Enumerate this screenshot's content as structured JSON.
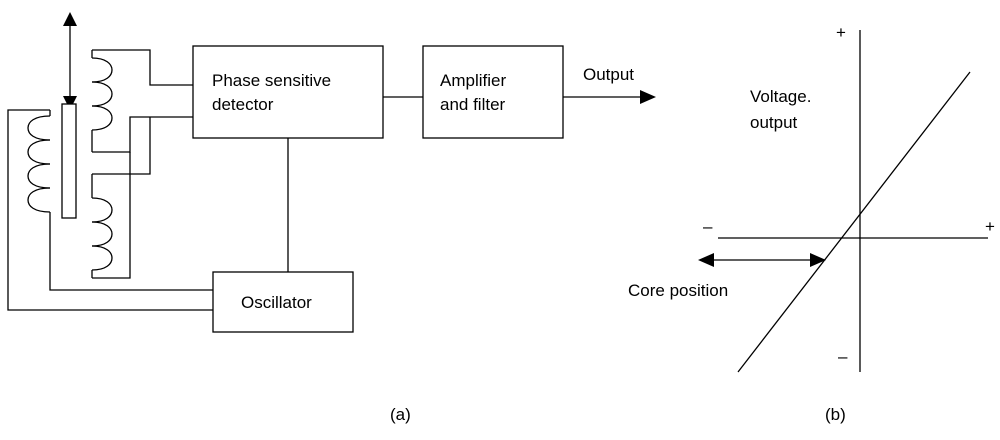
{
  "diagram_a": {
    "blocks": {
      "psd_line1": "Phase sensitive",
      "psd_line2": "detector",
      "amp_line1": "Amplifier",
      "amp_line2": "and filter",
      "oscillator": "Oscillator"
    },
    "output_label": "Output",
    "caption": "(a)"
  },
  "diagram_b": {
    "y_label_line1": "Voltage.",
    "y_label_line2": "output",
    "x_label": "Core position",
    "y_plus": "+",
    "y_minus": "–",
    "x_plus": "+",
    "x_minus": "–",
    "caption": "(b)"
  }
}
